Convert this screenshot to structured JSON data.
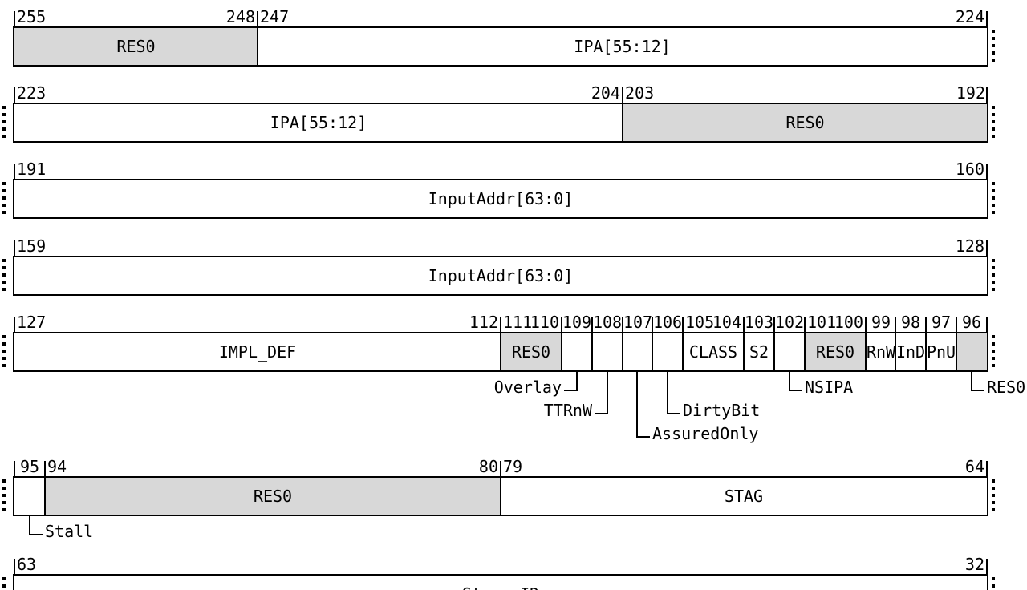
{
  "diagram": {
    "description": "Register bit-field layout diagram, bits 255 down to 32",
    "colors": {
      "shaded_fill": "#d8d8d8",
      "line": "#000000",
      "background": "#ffffff"
    },
    "rows": [
      {
        "dashed_left": false,
        "dashed_right": true,
        "fields": [
          {
            "label": "RES0",
            "high": 255,
            "low": 248,
            "shaded": true
          },
          {
            "label": "IPA[55:12]",
            "high": 247,
            "low": 224,
            "shaded": false
          }
        ]
      },
      {
        "dashed_left": true,
        "dashed_right": true,
        "fields": [
          {
            "label": "IPA[55:12]",
            "high": 223,
            "low": 204,
            "shaded": false
          },
          {
            "label": "RES0",
            "high": 203,
            "low": 192,
            "shaded": true
          }
        ]
      },
      {
        "dashed_left": true,
        "dashed_right": true,
        "fields": [
          {
            "label": "InputAddr[63:0]",
            "high": 191,
            "low": 160,
            "shaded": false
          }
        ]
      },
      {
        "dashed_left": true,
        "dashed_right": true,
        "fields": [
          {
            "label": "InputAddr[63:0]",
            "high": 159,
            "low": 128,
            "shaded": false
          }
        ]
      },
      {
        "dashed_left": true,
        "dashed_right": true,
        "fields": [
          {
            "label": "IMPL_DEF",
            "high": 127,
            "low": 112,
            "shaded": false
          },
          {
            "label": "RES0",
            "high": 111,
            "low": 110,
            "shaded": true
          },
          {
            "label": "",
            "high": 109,
            "low": 109,
            "shaded": false,
            "callout": {
              "label": "Overlay",
              "side": "left",
              "level": 1
            }
          },
          {
            "label": "",
            "high": 108,
            "low": 108,
            "shaded": false,
            "callout": {
              "label": "TTRnW",
              "side": "left",
              "level": 2
            }
          },
          {
            "label": "",
            "high": 107,
            "low": 107,
            "shaded": false,
            "callout": {
              "label": "AssuredOnly",
              "side": "right",
              "level": 3
            }
          },
          {
            "label": "",
            "high": 106,
            "low": 106,
            "shaded": false,
            "callout": {
              "label": "DirtyBit",
              "side": "right",
              "level": 2
            }
          },
          {
            "label": "CLASS",
            "high": 105,
            "low": 104,
            "shaded": false
          },
          {
            "label": "S2",
            "high": 103,
            "low": 103,
            "shaded": false
          },
          {
            "label": "",
            "high": 102,
            "low": 102,
            "shaded": false,
            "callout": {
              "label": "NSIPA",
              "side": "right",
              "level": 1
            }
          },
          {
            "label": "RES0",
            "high": 101,
            "low": 100,
            "shaded": true
          },
          {
            "label": "RnW",
            "high": 99,
            "low": 99,
            "shaded": false
          },
          {
            "label": "InD",
            "high": 98,
            "low": 98,
            "shaded": false
          },
          {
            "label": "PnU",
            "high": 97,
            "low": 97,
            "shaded": false
          },
          {
            "label": "",
            "high": 96,
            "low": 96,
            "shaded": true,
            "callout": {
              "label": "RES0",
              "side": "right",
              "level": 1
            }
          }
        ]
      },
      {
        "dashed_left": true,
        "dashed_right": true,
        "fields": [
          {
            "label": "",
            "high": 95,
            "low": 95,
            "shaded": false,
            "callout": {
              "label": "Stall",
              "side": "right",
              "level": 1
            }
          },
          {
            "label": "RES0",
            "high": 94,
            "low": 80,
            "shaded": true
          },
          {
            "label": "STAG",
            "high": 79,
            "low": 64,
            "shaded": false
          }
        ]
      },
      {
        "dashed_left": true,
        "dashed_right": true,
        "fields": [
          {
            "label": "StreamID",
            "high": 63,
            "low": 32,
            "shaded": false
          }
        ]
      }
    ]
  }
}
